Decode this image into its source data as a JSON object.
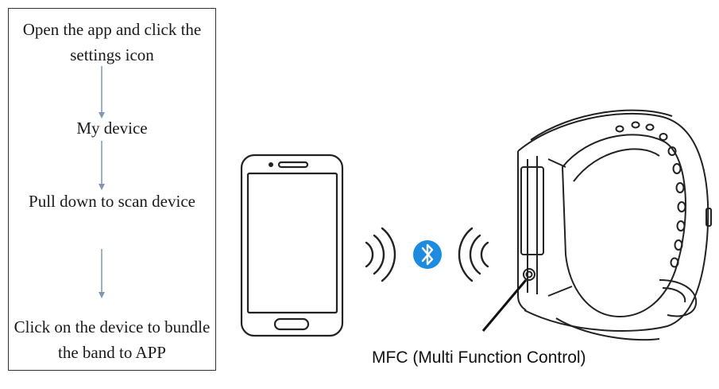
{
  "steps": {
    "step1": "Open the app and click the settings icon",
    "step2": "My device",
    "step3": "Pull down to scan device",
    "step4": "Click on the device to bundle the band to APP"
  },
  "mfc_label": "MFC (Multi Function Control)",
  "colors": {
    "outline": "#222222",
    "arrow": "#7f97b2",
    "bluetooth": "#1d8be0"
  },
  "icons": [
    "phone-icon",
    "signal-waves-icon",
    "bluetooth-icon",
    "fitness-band-icon"
  ]
}
